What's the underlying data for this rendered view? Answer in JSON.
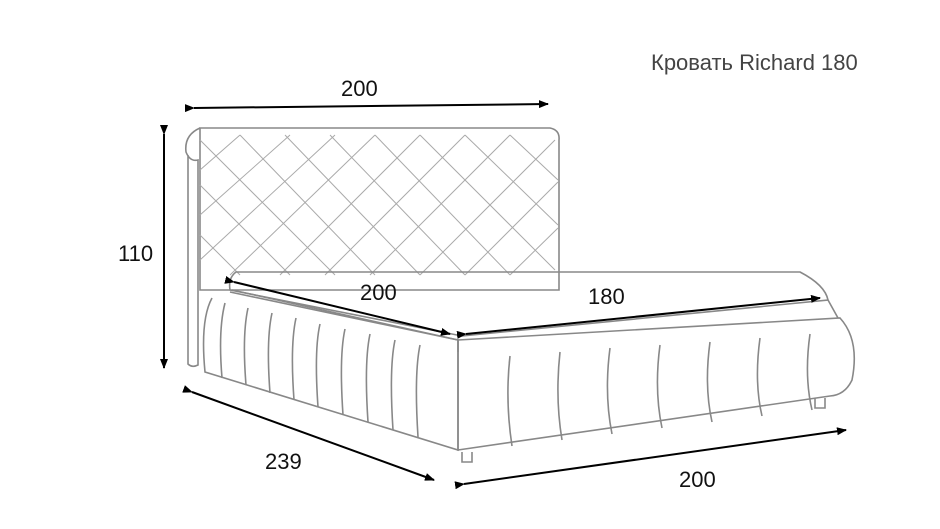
{
  "title": "Кровать Richard 180",
  "dimensions": {
    "headboard_width": "200",
    "height": "110",
    "mattress_length": "200",
    "mattress_width": "180",
    "overall_length": "239",
    "base_length": "200"
  },
  "colors": {
    "outline": "#888888",
    "arrow": "#000000",
    "text": "#111111"
  }
}
